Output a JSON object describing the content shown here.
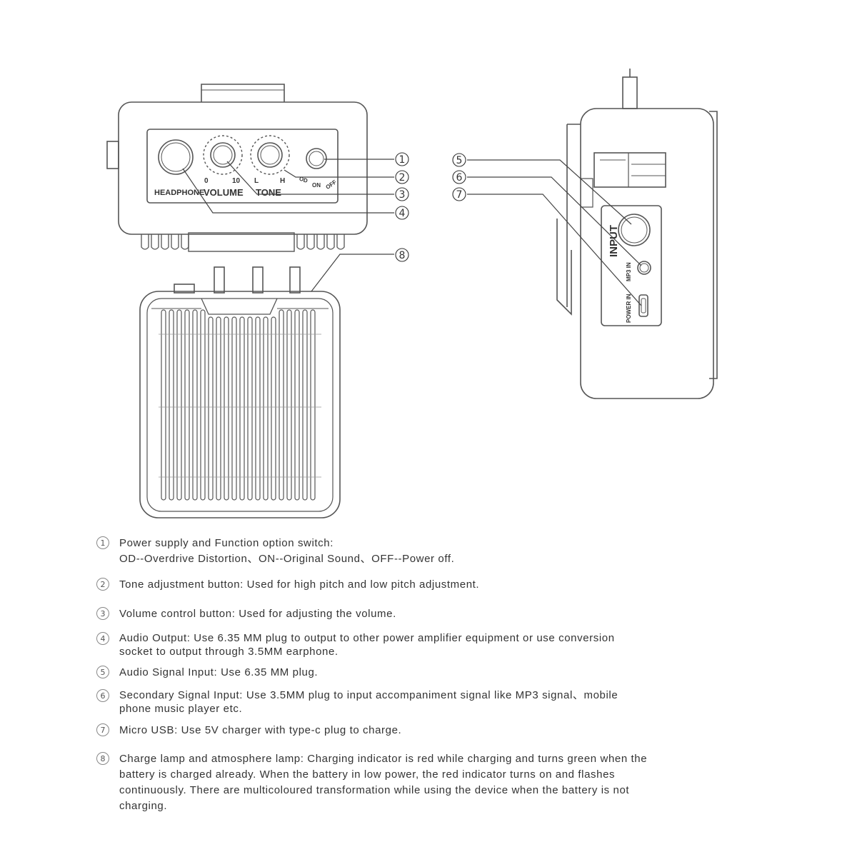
{
  "panel_labels": {
    "headphone": "HEADPHONE",
    "volume": "VOLUME",
    "tone": "TONE",
    "vol_min": "0",
    "vol_max": "10",
    "tone_low": "L",
    "tone_high": "H",
    "switch_od": "OD",
    "switch_on": "ON",
    "switch_off": "OFF",
    "input": "INPUT",
    "mp3_in": "MP3 IN",
    "power_in": "POWER IN"
  },
  "callouts": [
    "①",
    "②",
    "③",
    "④",
    "⑤",
    "⑥",
    "⑦",
    "⑧"
  ],
  "legend": [
    {
      "num": "1",
      "lines": [
        "Power supply and Function option switch:",
        "OD--Overdrive Distortion、ON--Original Sound、OFF--Power off."
      ]
    },
    {
      "num": "2",
      "lines": [
        "Tone adjustment button: Used for high pitch and low pitch adjustment."
      ]
    },
    {
      "num": "3",
      "lines": [
        "Volume control button: Used for adjusting the volume."
      ]
    },
    {
      "num": "4",
      "lines": [
        "Audio Output: Use 6.35 MM plug to output to other power amplifier equipment or use conversion",
        "socket to output through  3.5MM earphone."
      ]
    },
    {
      "num": "5",
      "lines": [
        "Audio Signal Input: Use 6.35 MM plug."
      ]
    },
    {
      "num": "6",
      "lines": [
        "Secondary Signal Input: Use 3.5MM plug to input accompaniment signal  like MP3 signal、mobile",
        "phone music player etc."
      ]
    },
    {
      "num": "7",
      "lines": [
        "Micro USB: Use 5V charger with type-c plug to charge."
      ]
    },
    {
      "num": "8",
      "lines": [
        "Charge lamp and atmosphere lamp: Charging indicator is red while charging and turns green when the",
        "battery is charged already. When the battery in low power, the red indicator turns on and flashes",
        "continuously. There are multicoloured transformation while using the device when the battery is not",
        "charging."
      ]
    }
  ]
}
